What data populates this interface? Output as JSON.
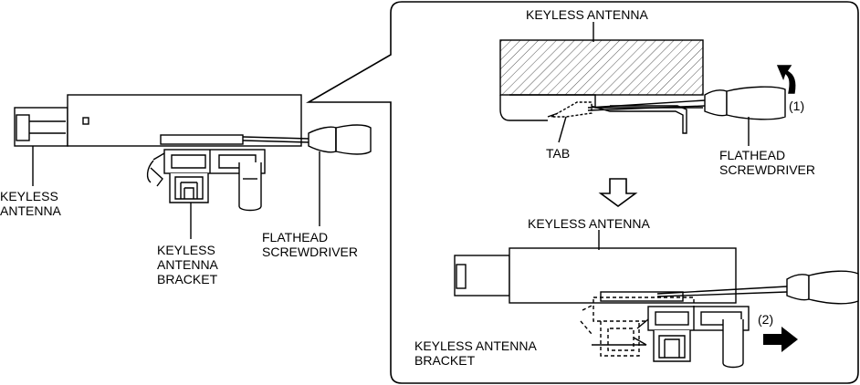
{
  "left_view": {
    "keyless_antenna_label": [
      "KEYLESS",
      "ANTENNA"
    ],
    "bracket_label": [
      "KEYLESS",
      "ANTENNA",
      "BRACKET"
    ],
    "screwdriver_label": [
      "FLATHEAD",
      "SCREWDRIVER"
    ]
  },
  "detail_view": {
    "top_panel": {
      "keyless_antenna_label": "KEYLESS ANTENNA",
      "tab_label": "TAB",
      "step_label": "(1)",
      "screwdriver_label": [
        "FLATHEAD",
        "SCREWDRIVER"
      ]
    },
    "bottom_panel": {
      "keyless_antenna_label": "KEYLESS ANTENNA",
      "step_label": "(2)",
      "bracket_label": [
        "KEYLESS ANTENNA",
        "BRACKET"
      ]
    }
  },
  "icons": [
    "down-arrow-icon",
    "right-arrow-icon",
    "rotate-arrow-icon"
  ]
}
